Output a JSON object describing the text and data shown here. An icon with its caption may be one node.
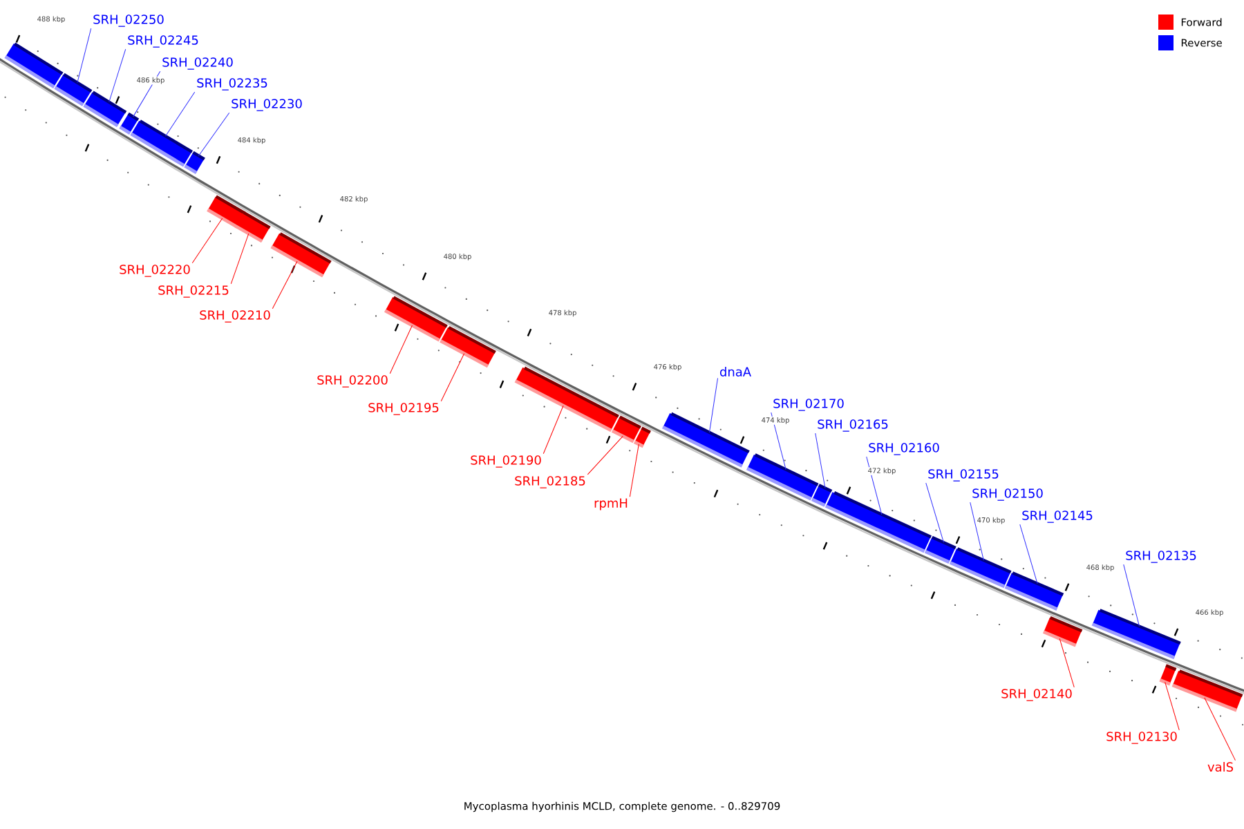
{
  "diagram": {
    "caption": "Mycoplasma hyorhinis MCLD, complete genome. - 0..829709",
    "nodes": [
      {
        "text": [],
        "shape": "bar"
      },
      {
        "text": [],
        "shape": "bar"
      },
      {
        "text": [],
        "shape": "bar"
      },
      {
        "text": [],
        "shape": "bar"
      },
      {
        "text": [],
        "shape": "bar"
      },
      {
        "text": [],
        "shape": "bar"
      },
      {
        "text": [],
        "shape": "bar"
      },
      {
        "text": [],
        "shape": "bar"
      },
      {
        "text": [],
        "shape": "bar"
      },
      {
        "text": [],
        "shape": "bar"
      },
      {
        "text": [],
        "shape": "bar"
      },
      {
        "text": [],
        "shape": "bar"
      },
      {
        "text": [],
        "shape": "bar"
      },
      {
        "text": [],
        "shape": "bar"
      },
      {
        "text": [],
        "shape": "bar"
      },
      {
        "text": [],
        "shape": "bar"
      },
      {
        "text": [],
        "shape": "bar"
      },
      {
        "text": [],
        "shape": "bar"
      },
      {
        "text": [],
        "shape": "bar"
      },
      {
        "text": [],
        "shape": "bar"
      },
      {
        "text": [],
        "shape": "bar"
      },
      {
        "text": [],
        "shape": "bar"
      },
      {
        "text": [],
        "shape": "bar"
      },
      {
        "text": [],
        "shape": "bar"
      },
      {
        "text": [],
        "shape": "bar"
      },
      {
        "text": [
          "SRH_02250"
        ]
      },
      {
        "text": [
          "SRH_02245"
        ]
      },
      {
        "text": [
          "SRH_02240"
        ]
      },
      {
        "text": [
          "SRH_02235"
        ]
      },
      {
        "text": [
          "SRH_02230"
        ]
      },
      {
        "text": [
          "SRH_02220"
        ]
      },
      {
        "text": [
          "SRH_02215"
        ]
      },
      {
        "text": [
          "SRH_02210"
        ]
      },
      {
        "text": [
          "SRH_02200"
        ]
      },
      {
        "text": [
          "SRH_02195"
        ]
      },
      {
        "text": [
          "SRH_02190"
        ]
      },
      {
        "text": [
          "SRH_02185"
        ]
      },
      {
        "text": [
          "rpmH"
        ]
      },
      {
        "text": [
          "dnaA"
        ]
      },
      {
        "text": [
          "SRH_02170"
        ]
      },
      {
        "text": [
          "SRH_02165"
        ]
      },
      {
        "text": [
          "SRH_02160"
        ]
      },
      {
        "text": [
          "SRH_02155"
        ]
      },
      {
        "text": [
          "SRH_02150"
        ]
      },
      {
        "text": [
          "SRH_02145"
        ]
      },
      {
        "text": [
          "SRH_02135"
        ]
      },
      {
        "text": [
          "SRH_02140"
        ]
      },
      {
        "text": [
          "SRH_02130"
        ]
      },
      {
        "text": [
          "valS"
        ]
      }
    ],
    "edges": [
      {
        "from": 25,
        "to": 1,
        "arrow": "none"
      },
      {
        "from": 26,
        "to": 2,
        "arrow": "none"
      },
      {
        "from": 27,
        "to": 3,
        "arrow": "none"
      },
      {
        "from": 28,
        "to": 4,
        "arrow": "none"
      },
      {
        "from": 29,
        "to": 5,
        "arrow": "none"
      },
      {
        "from": 30,
        "to": 6,
        "arrow": "none",
        "color": "#ff0000"
      },
      {
        "from": 31,
        "to": 7,
        "arrow": "none",
        "color": "#ff0000"
      },
      {
        "from": 32,
        "to": 8,
        "arrow": "none",
        "color": "#ff0000"
      },
      {
        "from": 33,
        "to": 9,
        "arrow": "none",
        "color": "#ff0000"
      },
      {
        "from": 34,
        "to": 10,
        "arrow": "none",
        "color": "#ff0000"
      },
      {
        "from": 35,
        "to": 11,
        "arrow": "none",
        "color": "#ff0000"
      },
      {
        "from": 36,
        "to": 12,
        "arrow": "none",
        "color": "#ff0000"
      },
      {
        "from": 37,
        "to": 13,
        "arrow": "none",
        "color": "#ff0000"
      },
      {
        "from": 38,
        "to": 14,
        "arrow": "none"
      },
      {
        "from": 39,
        "to": 15,
        "arrow": "none"
      },
      {
        "from": 40,
        "to": 16,
        "arrow": "none"
      },
      {
        "from": 41,
        "to": 17,
        "arrow": "none"
      },
      {
        "from": 42,
        "to": 18,
        "arrow": "none"
      },
      {
        "from": 43,
        "to": 19,
        "arrow": "none"
      },
      {
        "from": 44,
        "to": 20,
        "arrow": "none"
      },
      {
        "from": 45,
        "to": 22,
        "arrow": "none"
      },
      {
        "from": 46,
        "to": 21,
        "arrow": "none",
        "color": "#ff0000"
      },
      {
        "from": 47,
        "to": 23,
        "arrow": "none",
        "color": "#ff0000"
      },
      {
        "from": 48,
        "to": 24,
        "arrow": "none",
        "color": "#ff0000"
      }
    ],
    "labels": [
      "488 kbp",
      "486 kbp",
      "484 kbp",
      "482 kbp",
      "480 kbp",
      "478 kbp",
      "476 kbp",
      "474 kbp",
      "472 kbp",
      "470 kbp",
      "468 kbp",
      "466 kbp"
    ],
    "legend": [
      {
        "text": "Forward",
        "color": "#ff0000"
      },
      {
        "text": "Reverse",
        "color": "#0000ff"
      }
    ]
  }
}
